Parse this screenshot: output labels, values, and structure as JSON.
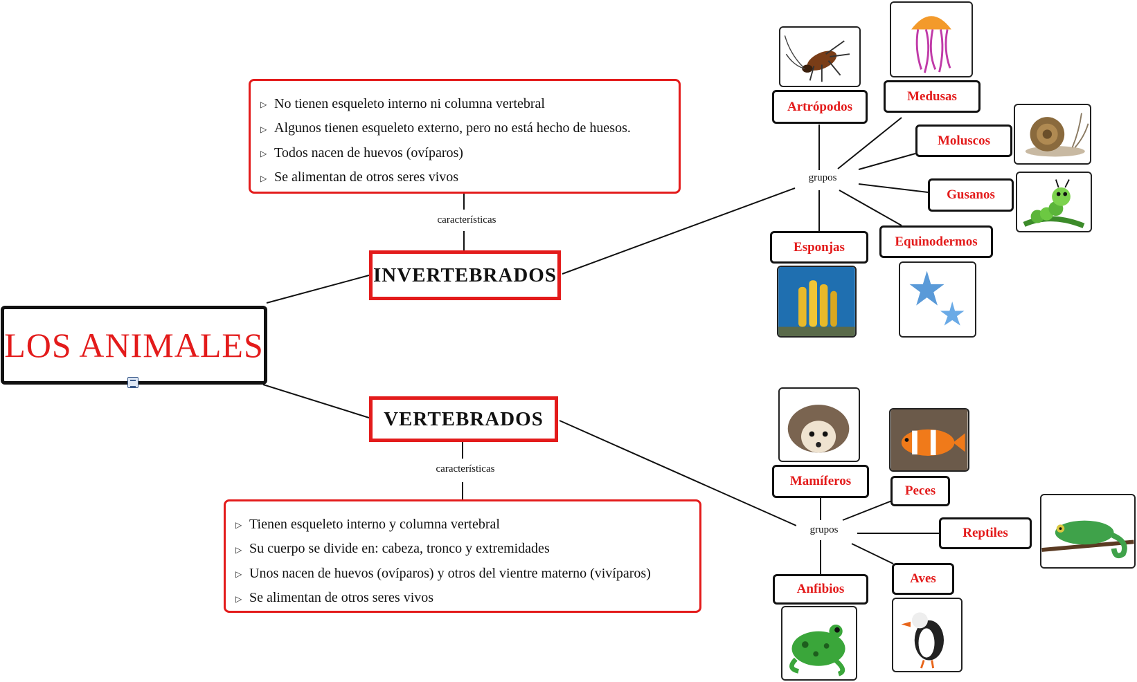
{
  "root": {
    "label": "LOS ANIMALES"
  },
  "invertebrados": {
    "label": "INVERTEBRADOS",
    "link_label": "características",
    "characteristics": [
      "No tienen esqueleto interno ni columna vertebral",
      "Algunos tienen esqueleto externo, pero no está hecho de huesos.",
      "Todos nacen de huevos (ovíparos)",
      "Se alimentan de otros seres vivos"
    ],
    "groups_label": "grupos",
    "groups": [
      "Artrópodos",
      "Medusas",
      "Moluscos",
      "Gusanos",
      "Equinodermos",
      "Esponjas"
    ]
  },
  "vertebrados": {
    "label": "VERTEBRADOS",
    "link_label": "características",
    "characteristics": [
      "Tienen esqueleto interno y columna vertebral",
      "Su cuerpo se divide en: cabeza, tronco y extremidades",
      "Unos nacen de huevos (ovíparos) y otros del vientre materno (vivíparos)",
      "Se alimentan de otros seres vivos"
    ],
    "groups_label": "grupos",
    "groups": [
      "Mamíferos",
      "Peces",
      "Reptiles",
      "Aves",
      "Anfibios"
    ]
  },
  "bullet_glyph": "▷",
  "colors": {
    "accent": "#e31b1b",
    "border": "#111111"
  }
}
